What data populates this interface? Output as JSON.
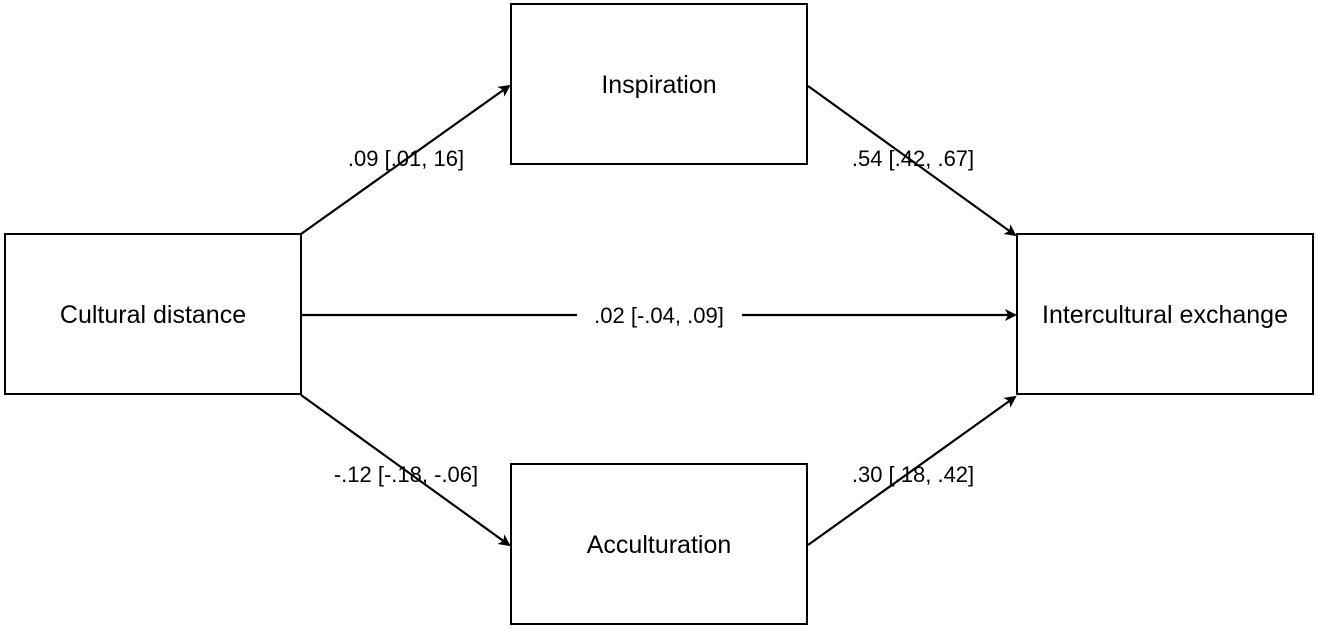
{
  "nodes": {
    "cultural_distance": "Cultural distance",
    "inspiration": "Inspiration",
    "acculturation": "Acculturation",
    "intercultural_exchange": "Intercultural exchange"
  },
  "paths": {
    "distance_to_inspiration": ".09 [.01, 16]",
    "inspiration_to_exchange": ".54 [.42, .67]",
    "distance_to_exchange": ".02 [-.04, .09]",
    "distance_to_acculturation": "-.12 [-.18, -.06]",
    "acculturation_to_exchange": ".30 [.18, .42]"
  }
}
